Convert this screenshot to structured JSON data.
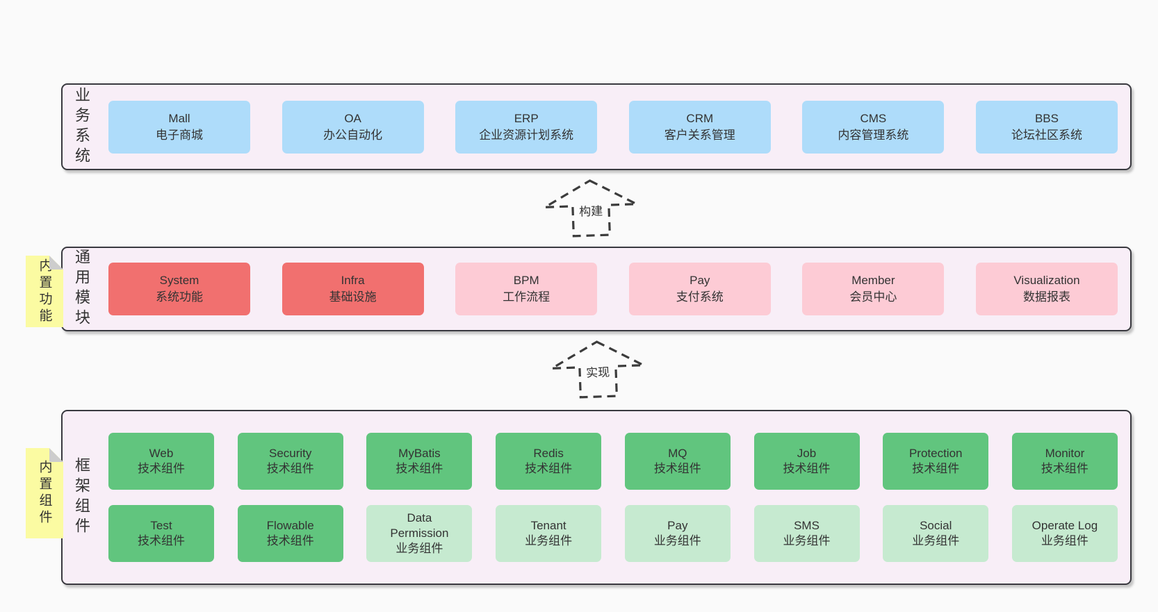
{
  "palette": {
    "page_bg": "#fafafa",
    "container_bg": "#f8eef7",
    "container_border": "#39393f",
    "blue_box": "#aedcfa",
    "red_box": "#f1706f",
    "pink_box": "#fdcbd5",
    "green_box": "#61c57e",
    "light_green_box": "#c6ead0",
    "sticky_yellow": "#fbfba2",
    "sticky_fold": "#cdcdcd",
    "text": "#333333"
  },
  "arrows": {
    "build": "构建",
    "implement": "实现"
  },
  "business": {
    "label": "业务系统",
    "boxes": [
      {
        "title": "Mall",
        "subtitle": "电子商城",
        "variant": "blue"
      },
      {
        "title": "OA",
        "subtitle": "办公自动化",
        "variant": "blue"
      },
      {
        "title": "ERP",
        "subtitle": "企业资源计划系统",
        "variant": "blue"
      },
      {
        "title": "CRM",
        "subtitle": "客户关系管理",
        "variant": "blue"
      },
      {
        "title": "CMS",
        "subtitle": "内容管理系统",
        "variant": "blue"
      },
      {
        "title": "BBS",
        "subtitle": "论坛社区系统",
        "variant": "blue"
      }
    ]
  },
  "modules": {
    "label": "通用模块",
    "tag": "内置功能",
    "boxes": [
      {
        "title": "System",
        "subtitle": "系统功能",
        "variant": "red"
      },
      {
        "title": "Infra",
        "subtitle": "基础设施",
        "variant": "red"
      },
      {
        "title": "BPM",
        "subtitle": "工作流程",
        "variant": "pink"
      },
      {
        "title": "Pay",
        "subtitle": "支付系统",
        "variant": "pink"
      },
      {
        "title": "Member",
        "subtitle": "会员中心",
        "variant": "pink"
      },
      {
        "title": "Visualization",
        "subtitle": "数据报表",
        "variant": "pink"
      }
    ]
  },
  "framework": {
    "label": "框架组件",
    "tag": "内置组件",
    "row1": [
      {
        "title": "Web",
        "subtitle": "技术组件",
        "variant": "green"
      },
      {
        "title": "Security",
        "subtitle": "技术组件",
        "variant": "green"
      },
      {
        "title": "MyBatis",
        "subtitle": "技术组件",
        "variant": "green"
      },
      {
        "title": "Redis",
        "subtitle": "技术组件",
        "variant": "green"
      },
      {
        "title": "MQ",
        "subtitle": "技术组件",
        "variant": "green"
      },
      {
        "title": "Job",
        "subtitle": "技术组件",
        "variant": "green"
      },
      {
        "title": "Protection",
        "subtitle": "技术组件",
        "variant": "green"
      },
      {
        "title": "Monitor",
        "subtitle": "技术组件",
        "variant": "green"
      }
    ],
    "row2": [
      {
        "title": "Test",
        "subtitle": "技术组件",
        "variant": "green"
      },
      {
        "title": "Flowable",
        "subtitle": "技术组件",
        "variant": "green"
      },
      {
        "title": "Data\nPermission",
        "subtitle": "业务组件",
        "variant": "lightgreen"
      },
      {
        "title": "Tenant",
        "subtitle": "业务组件",
        "variant": "lightgreen"
      },
      {
        "title": "Pay",
        "subtitle": "业务组件",
        "variant": "lightgreen"
      },
      {
        "title": "SMS",
        "subtitle": "业务组件",
        "variant": "lightgreen"
      },
      {
        "title": "Social",
        "subtitle": "业务组件",
        "variant": "lightgreen"
      },
      {
        "title": "Operate Log",
        "subtitle": "业务组件",
        "variant": "lightgreen"
      }
    ]
  }
}
